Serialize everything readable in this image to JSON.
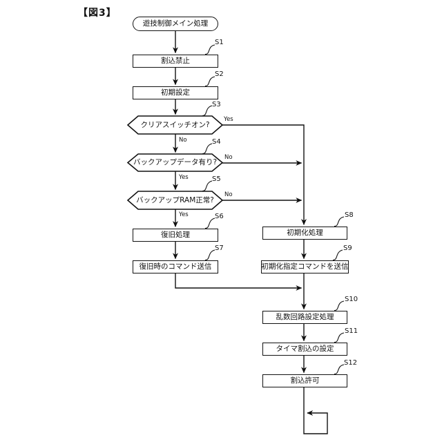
{
  "figure_label": "【図3】",
  "colors": {
    "line": "#111111",
    "background": "#ffffff",
    "text": "#111111"
  },
  "flowchart": {
    "start_label": "遊技制御メイン処理",
    "branch_labels": {
      "yes": "Yes",
      "no": "No"
    },
    "steps": {
      "s1": {
        "id": "S1",
        "label": "割込禁止",
        "type": "process"
      },
      "s2": {
        "id": "S2",
        "label": "初期設定",
        "type": "process"
      },
      "s3": {
        "id": "S3",
        "label": "クリアスイッチオン?",
        "type": "decision",
        "yes_to": "S8",
        "no_to": "S4"
      },
      "s4": {
        "id": "S4",
        "label": "バックアップデータ有り?",
        "type": "decision",
        "yes_to": "S5",
        "no_to": "S8"
      },
      "s5": {
        "id": "S5",
        "label": "バックアップRAM正常?",
        "type": "decision",
        "yes_to": "S6",
        "no_to": "S8"
      },
      "s6": {
        "id": "S6",
        "label": "復旧処理",
        "type": "process"
      },
      "s7": {
        "id": "S7",
        "label": "復旧時のコマンド送信",
        "type": "process"
      },
      "s8": {
        "id": "S8",
        "label": "初期化処理",
        "type": "process"
      },
      "s9": {
        "id": "S9",
        "label": "初期化指定コマンドを送信",
        "type": "process"
      },
      "s10": {
        "id": "S10",
        "label": "乱数回路設定処理",
        "type": "process"
      },
      "s11": {
        "id": "S11",
        "label": "タイマ割込の設定",
        "type": "process"
      },
      "s12": {
        "id": "S12",
        "label": "割込許可",
        "type": "process"
      }
    },
    "edges": [
      {
        "from": "start",
        "to": "S1"
      },
      {
        "from": "S1",
        "to": "S2"
      },
      {
        "from": "S2",
        "to": "S3"
      },
      {
        "from": "S3",
        "to": "S4",
        "label": "No"
      },
      {
        "from": "S3",
        "to": "S8",
        "label": "Yes"
      },
      {
        "from": "S4",
        "to": "S5",
        "label": "Yes"
      },
      {
        "from": "S4",
        "to": "S8",
        "label": "No"
      },
      {
        "from": "S5",
        "to": "S6",
        "label": "Yes"
      },
      {
        "from": "S5",
        "to": "S8",
        "label": "No"
      },
      {
        "from": "S6",
        "to": "S7"
      },
      {
        "from": "S7",
        "to": "S10"
      },
      {
        "from": "S8",
        "to": "S9"
      },
      {
        "from": "S9",
        "to": "S10"
      },
      {
        "from": "S10",
        "to": "S11"
      },
      {
        "from": "S11",
        "to": "S12"
      },
      {
        "from": "S12",
        "to": "endless-loop"
      }
    ]
  }
}
